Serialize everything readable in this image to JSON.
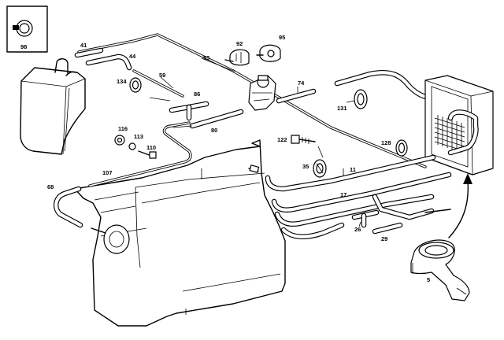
{
  "parts": {
    "p98": "98",
    "p41": "41",
    "p44": "44",
    "p53": "53",
    "p92": "92",
    "p95": "95",
    "p59": "59",
    "p134": "134",
    "p86": "86",
    "p74": "74",
    "p131": "131",
    "p116": "116",
    "p113": "113",
    "p80": "80",
    "p110": "110",
    "p122": "122",
    "p128": "128",
    "p35": "35",
    "p11": "11",
    "p107": "107",
    "p68": "68",
    "p17": "17",
    "p26": "26",
    "p29": "29",
    "p5": "5"
  }
}
